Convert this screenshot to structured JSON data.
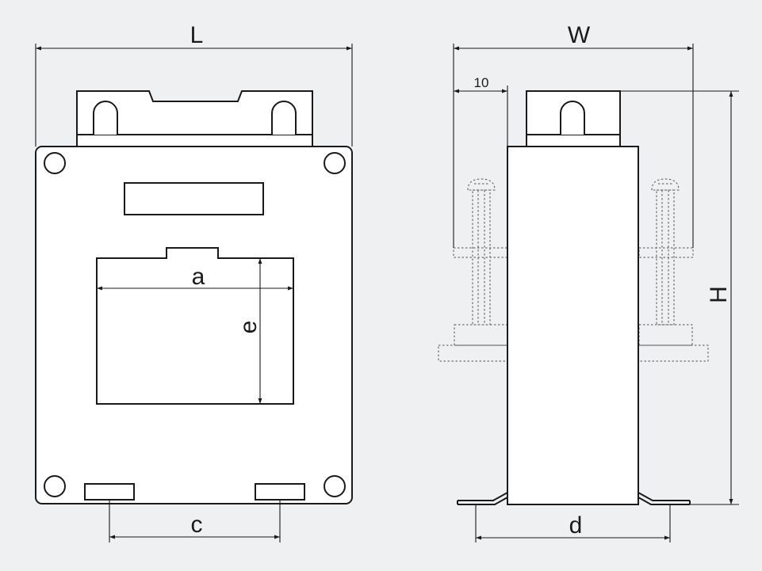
{
  "dimensions": {
    "L": "L",
    "W": "W",
    "ten": "10",
    "a": "a",
    "e": "e",
    "H": "H",
    "c": "c",
    "d": "d"
  },
  "colors": {
    "background": "#eef0f2",
    "line": "#1a1a1a",
    "fill": "#ffffff",
    "dashed": "#555555"
  }
}
